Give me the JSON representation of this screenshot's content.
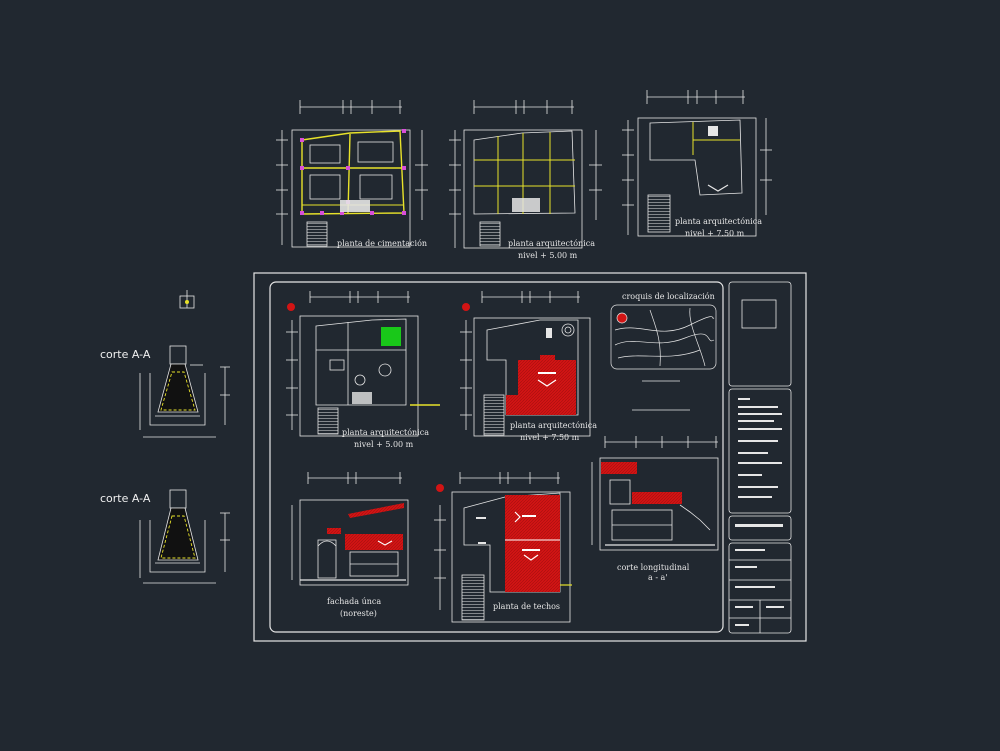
{
  "colors": {
    "background": "#212830",
    "line": "#e6e6e6",
    "highlight_yellow": "#e8e22a",
    "hatch_red": "#d21414",
    "fill_green": "#19c819",
    "magenta": "#d94fd9"
  },
  "labels": {
    "planta_cimentacion": "planta de cimentación",
    "planta_arq_500_top": "planta arquitectónica",
    "nivel_500_top": "nivel + 5.00 m",
    "planta_arq_750_top": "planta arquitectónica",
    "nivel_750_top": "nivel + 7.50 m",
    "corte_aa_1": "corte A-A",
    "corte_aa_2": "corte A-A",
    "planta_arq_500_sheet": "planta arquitectónica",
    "nivel_500_sheet": "nivel + 5.00 m",
    "planta_arq_750_sheet": "planta arquitectónica",
    "nivel_750_sheet": "nivel + 7.50 m",
    "croquis": "croquis de localización",
    "fachada": "fachada únca",
    "fachada_sub": "(noreste)",
    "planta_techos": "planta de techos",
    "corte_long": "corte longitudinal",
    "corte_long_sub": "a - a'"
  },
  "icons": [
    "north-arrow-icon",
    "stair-icon",
    "dimension-tick-icon"
  ]
}
